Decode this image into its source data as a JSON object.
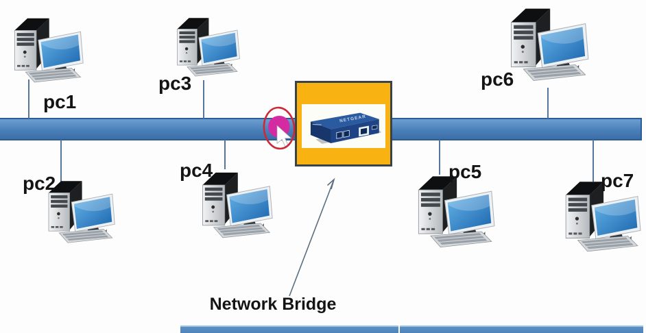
{
  "nodes": {
    "pc1": {
      "label": "pc1"
    },
    "pc2": {
      "label": "pc2"
    },
    "pc3": {
      "label": "pc3"
    },
    "pc4": {
      "label": "pc4"
    },
    "pc5": {
      "label": "pc5"
    },
    "pc6": {
      "label": "pc6"
    },
    "pc7": {
      "label": "pc7"
    }
  },
  "bridge": {
    "caption": "Network Bridge",
    "device_brand": "NETGEAR"
  },
  "colors": {
    "bus_border": "#2b5c95",
    "bus_fill": "#4a80b9",
    "line_color": "#55769c",
    "bridge_box_fill": "#f8b312",
    "bridge_box_border": "#39434c",
    "highlight_ring": "#cc2936",
    "cursor_blob": "#d42ba2",
    "label_color": "#141414"
  }
}
